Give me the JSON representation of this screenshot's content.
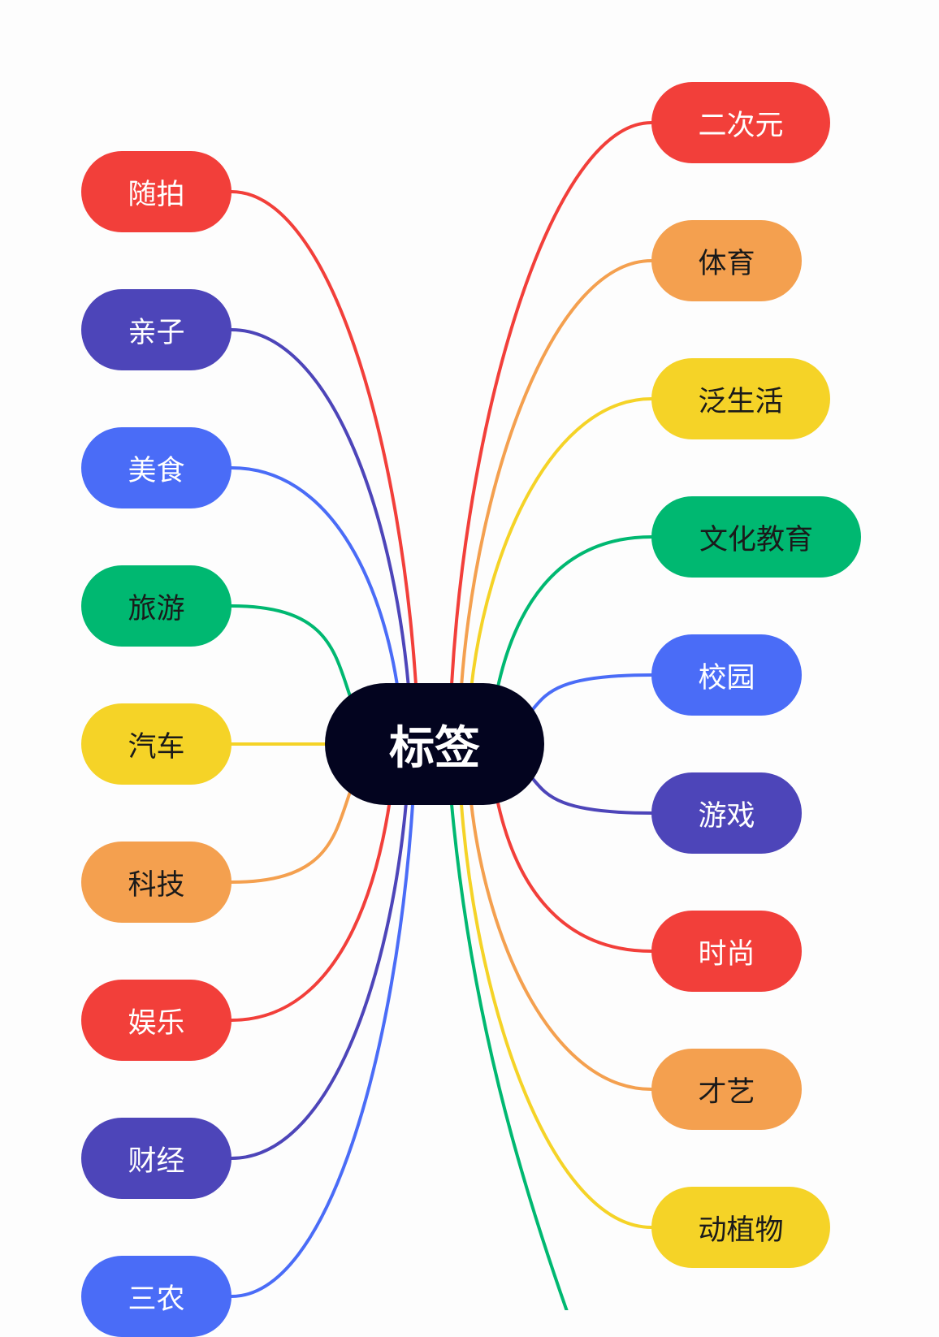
{
  "center": {
    "label": "标签",
    "color": "#03041f"
  },
  "left": [
    {
      "label": "随拍",
      "color": "#f23f3a",
      "text_color": "#ffffff"
    },
    {
      "label": "亲子",
      "color": "#4d45b9",
      "text_color": "#ffffff"
    },
    {
      "label": "美食",
      "color": "#4a6cf7",
      "text_color": "#ffffff"
    },
    {
      "label": "旅游",
      "color": "#00b871",
      "text_color": "#1a1a1a"
    },
    {
      "label": "汽车",
      "color": "#f5d327",
      "text_color": "#1a1a1a"
    },
    {
      "label": "科技",
      "color": "#f4a04f",
      "text_color": "#1a1a1a"
    },
    {
      "label": "娱乐",
      "color": "#f23f3a",
      "text_color": "#ffffff"
    },
    {
      "label": "财经",
      "color": "#4d45b9",
      "text_color": "#ffffff"
    },
    {
      "label": "三农",
      "color": "#4a6cf7",
      "text_color": "#ffffff"
    }
  ],
  "right": [
    {
      "label": "二次元",
      "color": "#f23f3a",
      "text_color": "#ffffff"
    },
    {
      "label": "体育",
      "color": "#f4a04f",
      "text_color": "#1a1a1a"
    },
    {
      "label": "泛生活",
      "color": "#f5d327",
      "text_color": "#1a1a1a"
    },
    {
      "label": "文化教育",
      "color": "#00b871",
      "text_color": "#1a1a1a"
    },
    {
      "label": "校园",
      "color": "#4a6cf7",
      "text_color": "#ffffff"
    },
    {
      "label": "游戏",
      "color": "#4d45b9",
      "text_color": "#ffffff"
    },
    {
      "label": "时尚",
      "color": "#f23f3a",
      "text_color": "#ffffff"
    },
    {
      "label": "才艺",
      "color": "#f4a04f",
      "text_color": "#1a1a1a"
    },
    {
      "label": "动植物",
      "color": "#f5d327",
      "text_color": "#1a1a1a"
    }
  ],
  "offscreen_links": [
    {
      "color": "#00b871"
    }
  ]
}
